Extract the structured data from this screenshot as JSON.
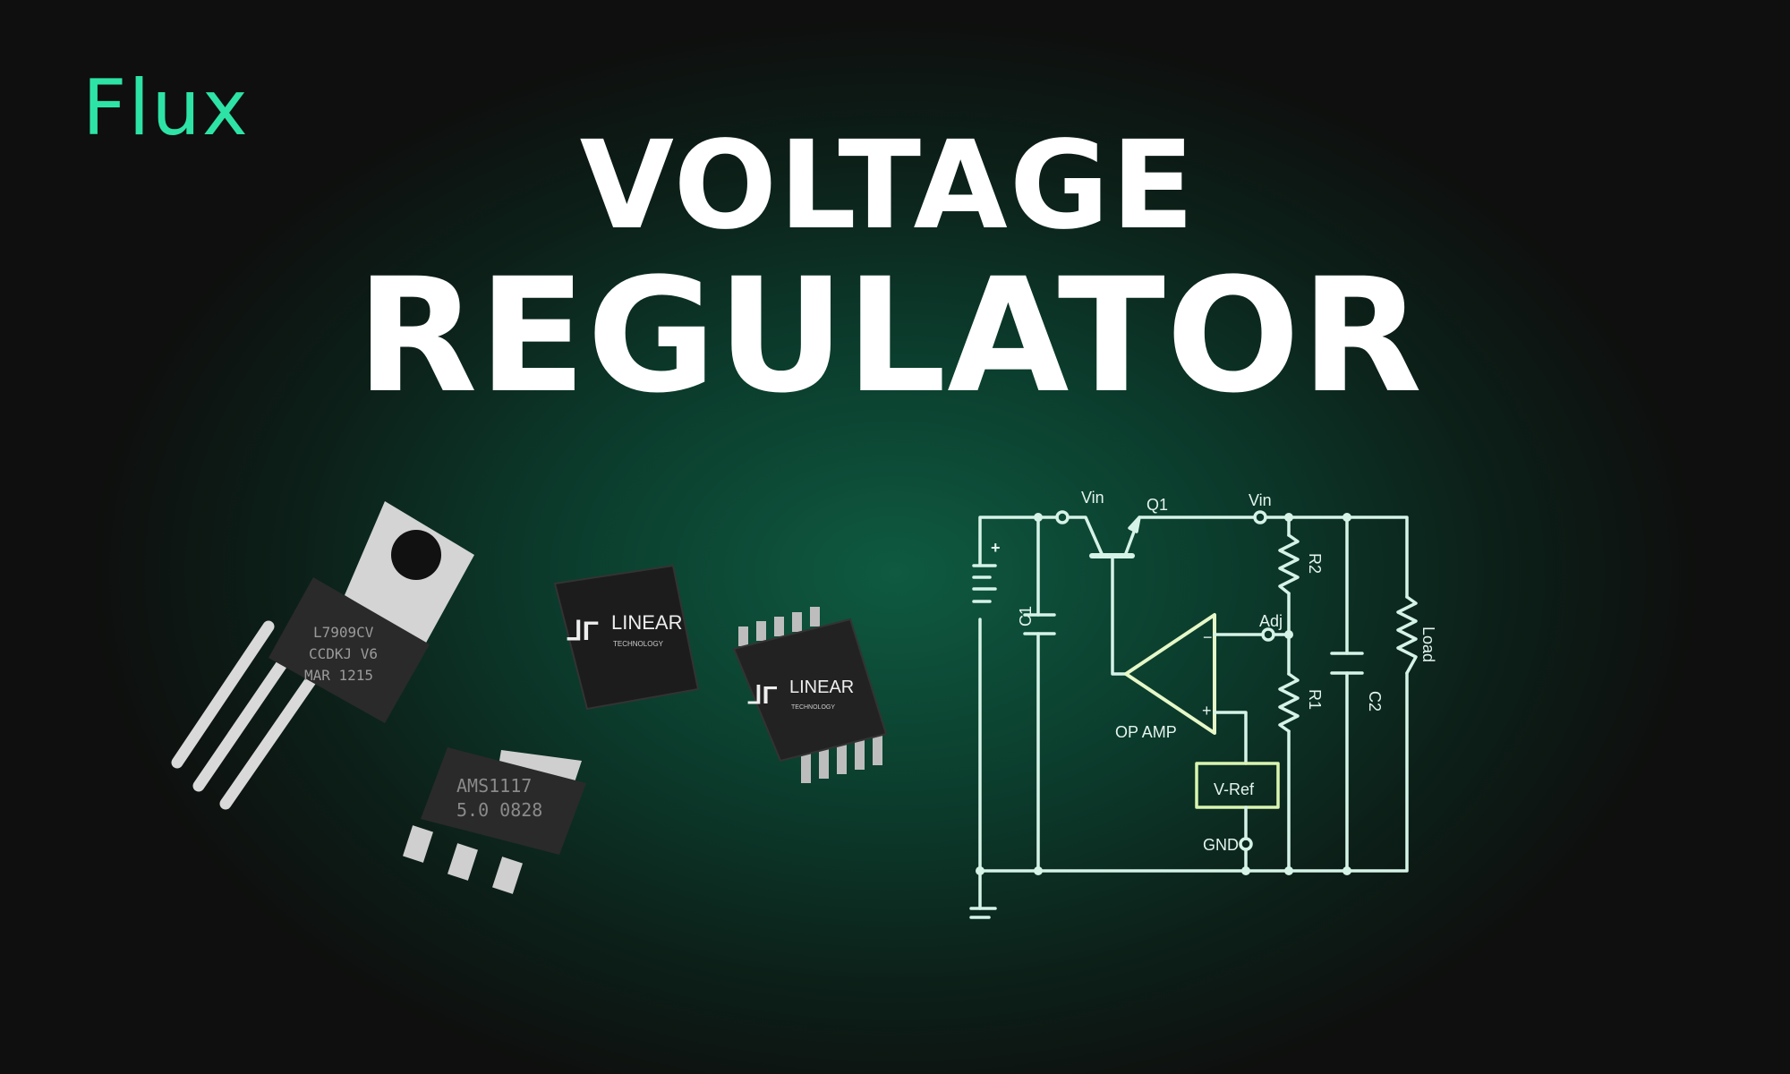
{
  "brand": {
    "logo": "Flux",
    "color": "#2ee3a6"
  },
  "title": {
    "line1": "VOLTAGE",
    "line2": "REGULATOR"
  },
  "components": {
    "to220": {
      "marking": [
        "L7909CV",
        "CCDKJ V6",
        "MAR 1215"
      ]
    },
    "sot223": {
      "marking": [
        "AMS1117",
        "5.0 0828"
      ]
    },
    "dfn": {
      "logo": "LINEAR",
      "sub": "TECHNOLOGY"
    },
    "msop": {
      "logo": "LINEAR",
      "sub": "TECHNOLOGY"
    }
  },
  "circuit": {
    "labels": {
      "vin_in": "Vin",
      "q1": "Q1",
      "vin_out": "Vin",
      "c1": "C1",
      "r2": "R2",
      "r1": "R1",
      "adj": "Adj",
      "c2": "C2",
      "load": "Load",
      "opamp": "OP AMP",
      "vref": "V-Ref",
      "gnd": "GND",
      "plus": "+",
      "minus": "−",
      "batt_plus": "+"
    }
  }
}
